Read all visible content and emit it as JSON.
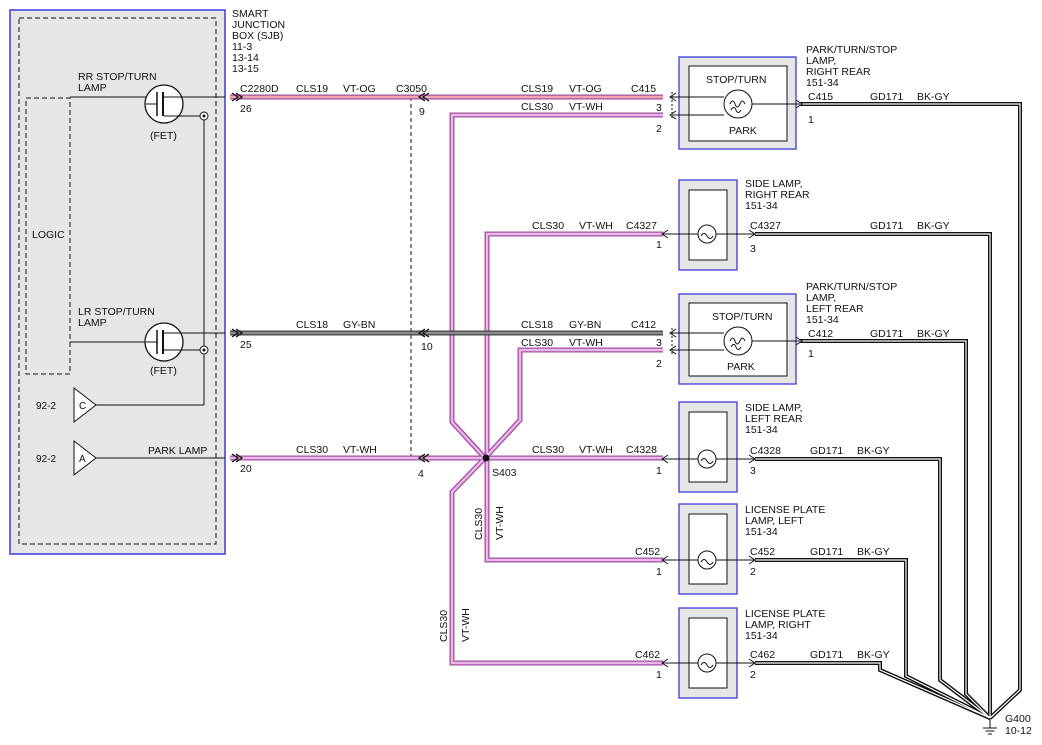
{
  "sjb": {
    "title_lines": [
      "SMART",
      "JUNCTION",
      "BOX (SJB)",
      "11-3",
      "13-14",
      "13-15"
    ],
    "logic": "LOGIC",
    "rr_label": [
      "RR STOP/TURN",
      "LAMP"
    ],
    "lr_label": [
      "LR STOP/TURN",
      "LAMP"
    ],
    "fet": "(FET)",
    "park_lamp": "PARK LAMP",
    "ref_c": "92-2",
    "ref_a": "92-2",
    "tri_c": "C",
    "tri_a": "A"
  },
  "connectors": {
    "c2280d": "C2280D",
    "c3050": "C3050",
    "pin26": "26",
    "pin25": "25",
    "pin20": "20",
    "pin9": "9",
    "pin10": "10",
    "pin4": "4"
  },
  "wires": {
    "cls19": "CLS19",
    "vt_og": "VT-OG",
    "cls18": "CLS18",
    "gy_bn": "GY-BN",
    "cls30": "CLS30",
    "vt_wh": "VT-WH",
    "gd171": "GD171",
    "bk_gy": "BK-GY"
  },
  "splice": "S403",
  "lamps": {
    "rr": {
      "title": [
        "PARK/TURN/STOP",
        "LAMP,",
        "RIGHT REAR",
        "151-34"
      ],
      "stop_turn": "STOP/TURN",
      "park": "PARK",
      "conn_in": "C415",
      "conn_out": "C415",
      "pin_a": "3",
      "pin_b": "2",
      "pin_gnd": "1"
    },
    "side_rr": {
      "title": [
        "SIDE LAMP,",
        "RIGHT REAR",
        "151-34"
      ],
      "conn_in": "C4327",
      "conn_out": "C4327",
      "pin_in": "1",
      "pin_gnd": "3"
    },
    "lr": {
      "title": [
        "PARK/TURN/STOP",
        "LAMP,",
        "LEFT REAR",
        "151-34"
      ],
      "stop_turn": "STOP/TURN",
      "park": "PARK",
      "conn_in": "C412",
      "conn_out": "C412",
      "pin_a": "3",
      "pin_b": "2",
      "pin_gnd": "1"
    },
    "side_lr": {
      "title": [
        "SIDE LAMP,",
        "LEFT REAR",
        "151-34"
      ],
      "conn_in": "C4328",
      "conn_out": "C4328",
      "pin_in": "1",
      "pin_gnd": "3"
    },
    "lic_left": {
      "title": [
        "LICENSE PLATE",
        "LAMP, LEFT",
        "151-34"
      ],
      "conn_in": "C452",
      "conn_out": "C452",
      "pin_in": "1",
      "pin_gnd": "2"
    },
    "lic_right": {
      "title": [
        "LICENSE PLATE",
        "LAMP, RIGHT",
        "151-34"
      ],
      "conn_in": "C462",
      "conn_out": "C462",
      "pin_in": "1",
      "pin_gnd": "2"
    }
  },
  "ground": {
    "name": "G400",
    "ref": "10-12"
  },
  "colors": {
    "violet": "#d69ad6",
    "violet_dark": "#a24fa2",
    "orange": "#f0a0a6",
    "gray": "#6d6d6d",
    "black": "#111111",
    "blue": "#3a3ad8",
    "box_fill": "#e6e6e6"
  }
}
